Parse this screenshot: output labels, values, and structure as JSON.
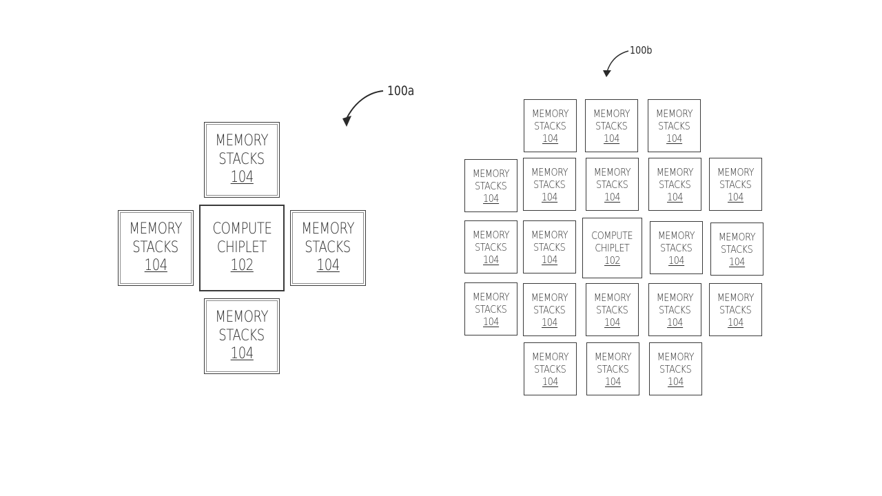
{
  "figure_a": {
    "ref_label": "100a",
    "memory_label_line1": "MEMORY",
    "memory_label_line2": "STACKS",
    "memory_ref": "104",
    "compute_label_line1": "COMPUTE",
    "compute_label_line2": "CHIPLET",
    "compute_ref": "102"
  },
  "figure_b": {
    "ref_label": "100b",
    "memory_label_line1": "MEMORY",
    "memory_label_line2": "STACKS",
    "memory_ref": "104",
    "compute_label_line1": "COMPUTE",
    "compute_label_line2": "CHIPLET",
    "compute_ref": "102"
  },
  "colors": {
    "line": "#3a3a3a",
    "text": "#2a2a2a",
    "background": "#ffffff"
  }
}
